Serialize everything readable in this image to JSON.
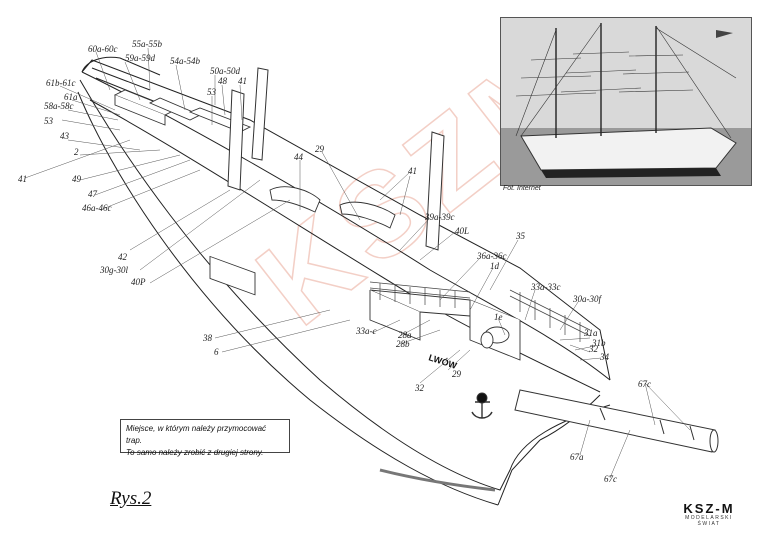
{
  "diagram": {
    "figure_label": "Rys.2",
    "watermark": "KSZM",
    "ship_name": "LWÓW",
    "photo_caption": "Fot. Internet",
    "note_lines": [
      "Miejsce, w którym należy przymocować trap.",
      "To samo należy zrobić z drugiej strony."
    ],
    "logo": {
      "main": "KSZ-M",
      "sub": "MODELARSKI ŚWIAT"
    },
    "part_labels": [
      "55a-55b",
      "60a-60c",
      "59a-59d",
      "54a-54b",
      "50a-50d",
      "48",
      "41",
      "53",
      "61b-61c",
      "61a",
      "58a-58c",
      "53",
      "43",
      "2",
      "41",
      "49",
      "47",
      "46a-46c",
      "44",
      "29",
      "41",
      "42",
      "30g-30l",
      "40P",
      "39a-39c",
      "40L",
      "35",
      "36a-36c",
      "1d",
      "33a-33c",
      "30a-30f",
      "1e",
      "32",
      "31a",
      "31b",
      "34",
      "33a-c",
      "28a",
      "28b",
      "38",
      "6",
      "29",
      "32",
      "67c",
      "67a",
      "67c"
    ]
  }
}
